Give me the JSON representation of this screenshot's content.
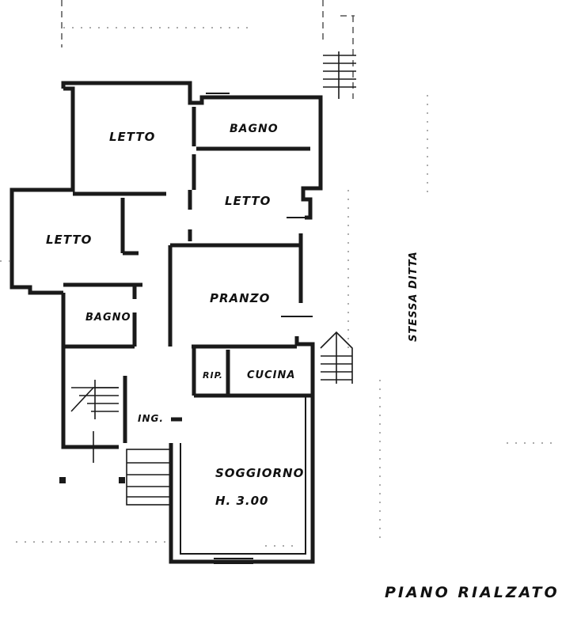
{
  "plan": {
    "title": "PIANO RIALZATO",
    "side_note": "STESSA DITTA",
    "rooms": {
      "letto_top": "LETTO",
      "bagno_top": "BAGNO",
      "letto_right": "LETTO",
      "letto_left": "LETTO",
      "pranzo": "PRANZO",
      "bagno_left": "BAGNO",
      "rip": "RIP.",
      "cucina": "CUCINA",
      "ingresso": "ING.",
      "soggiorno": "SOGGIORNO",
      "height_note": "H. 3.00"
    }
  }
}
